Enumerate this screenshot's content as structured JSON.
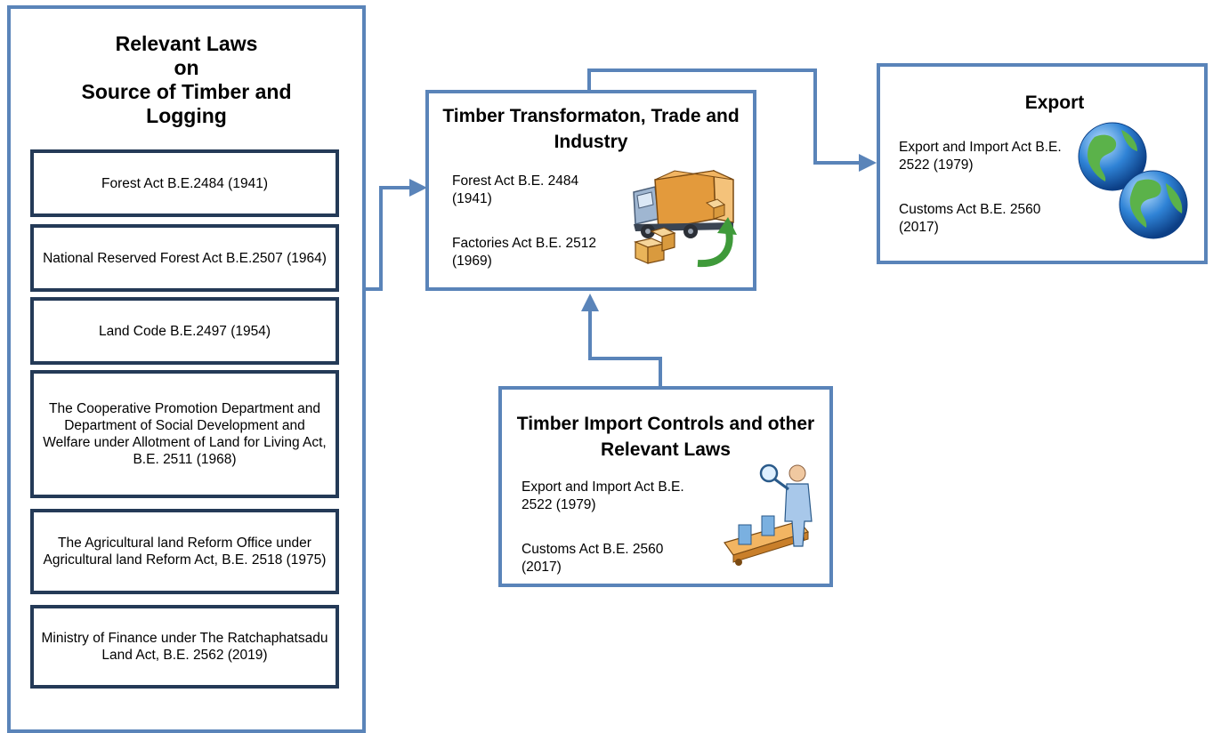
{
  "left_panel": {
    "title_lines": [
      "Relevant Laws",
      "on",
      "Source of Timber and",
      "Logging"
    ],
    "laws": [
      "Forest Act B.E.2484 (1941)",
      "National Reserved Forest Act B.E.2507 (1964)",
      "Land Code B.E.2497 (1954)",
      "The Cooperative Promotion Department and Department of Social Development and Welfare under Allotment of Land for Living Act,              B.E. 2511 (1968)",
      "The Agricultural land Reform Office under Agricultural land Reform Act, B.E. 2518 (1975)",
      "Ministry of Finance under The Ratchaphatsadu Land Act, B.E. 2562 (2019)"
    ]
  },
  "transformation": {
    "title": "Timber Transformaton, Trade and Industry",
    "law1": "Forest Act B.E. 2484 (1941)",
    "law2": "Factories Act B.E. 2512 (1969)",
    "icon": "delivery-truck-boxes-icon"
  },
  "export": {
    "title": "Export",
    "law1": "Export and Import Act B.E. 2522 (1979)",
    "law2": "Customs Act B.E. 2560 (2017)",
    "icon": "globes-icon"
  },
  "import": {
    "title": "Timber Import Controls and other Relevant Laws",
    "law1": "Export and Import Act B.E. 2522 (1979)",
    "law2": "Customs Act B.E. 2560 (2017)",
    "icon": "inspector-conveyor-icon"
  },
  "colors": {
    "box_border": "#5a84b9",
    "law_box_border": "#243a57",
    "connector": "#5a84b9"
  }
}
